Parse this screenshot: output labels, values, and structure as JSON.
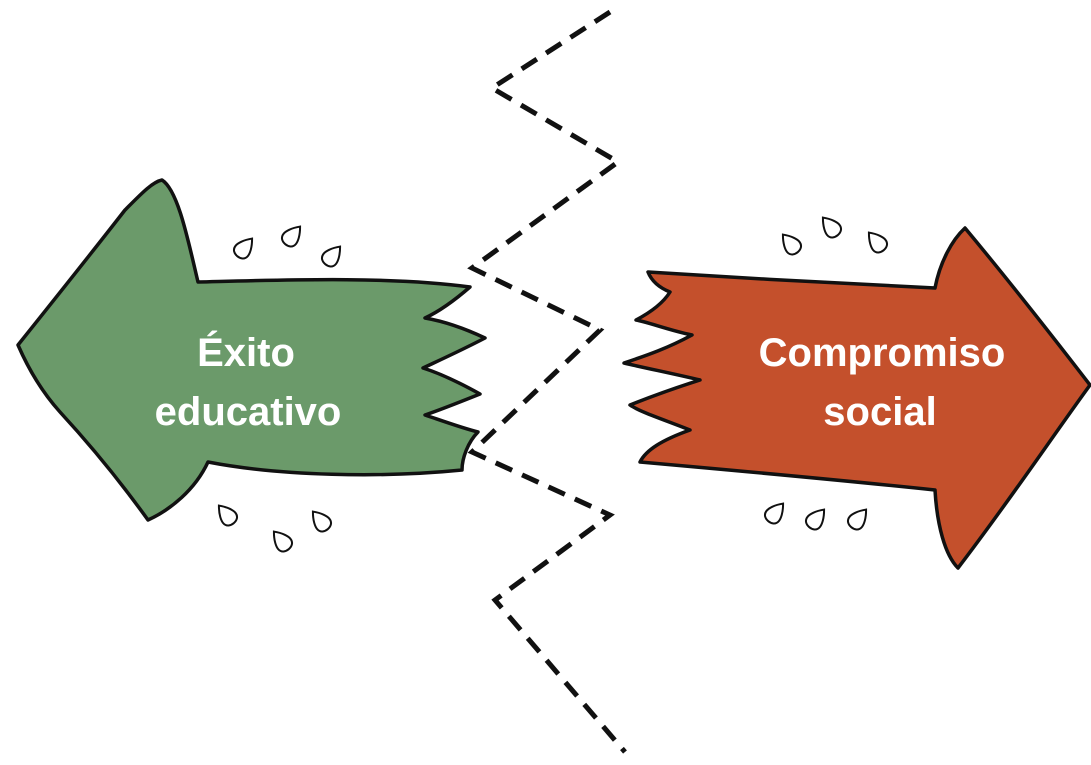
{
  "left_arrow": {
    "line1": "Éxito",
    "line2": "educativo",
    "color": "#6b9a6a"
  },
  "right_arrow": {
    "line1": "Compromiso",
    "line2": "social",
    "color": "#c4502c"
  },
  "outline_color": "#111111",
  "divider": {
    "style": "dashed",
    "color": "#111111"
  }
}
